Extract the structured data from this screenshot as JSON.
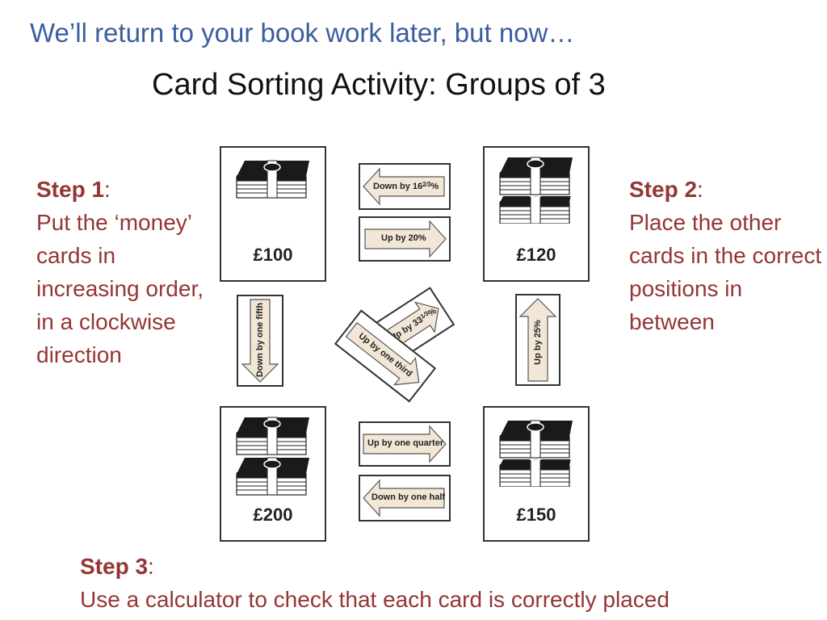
{
  "header": {
    "subtitle": "We’ll return to your book work later, but now…",
    "title": "Card Sorting Activity: Groups of 3"
  },
  "steps": {
    "step1": {
      "label": "Step 1",
      "sep": ":",
      "text": "Put the ‘money’ cards in increasing order, in a clockwise direction"
    },
    "step2": {
      "label": "Step 2",
      "sep": ":",
      "text": "Place the other cards in the correct positions in between"
    },
    "step3": {
      "label": "Step 3",
      "sep": ":",
      "text": "Use a calculator to check that each card is correctly placed"
    }
  },
  "money_cards": {
    "c100": "£100",
    "c120": "£120",
    "c200": "£200",
    "c150": "£150"
  },
  "arrow_cards": {
    "down_16": {
      "prefix": "Down by 16",
      "frac": "2⁄3",
      "suffix": "%"
    },
    "up_20": "Up by 20%",
    "down_fifth": "Down by one fifth",
    "up_25": "Up by 25%",
    "up_33": {
      "prefix": "Up by 33",
      "frac": "1⁄3",
      "suffix": "%"
    },
    "up_third": "Up by one third",
    "up_quarter": "Up by one quarter",
    "down_half": "Down by one half"
  },
  "colors": {
    "subtitle": "#3b5ea0",
    "step_text": "#943634",
    "arrow_fill": "#f2e6d6"
  }
}
